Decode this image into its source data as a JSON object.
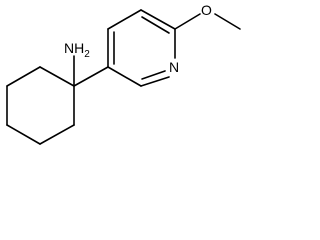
{
  "molecule": {
    "atoms": {
      "amine": "NH2",
      "amine_main": "NH",
      "amine_subscript": "2",
      "pyridine_nitrogen": "N",
      "ether_oxygen": "O"
    }
  }
}
